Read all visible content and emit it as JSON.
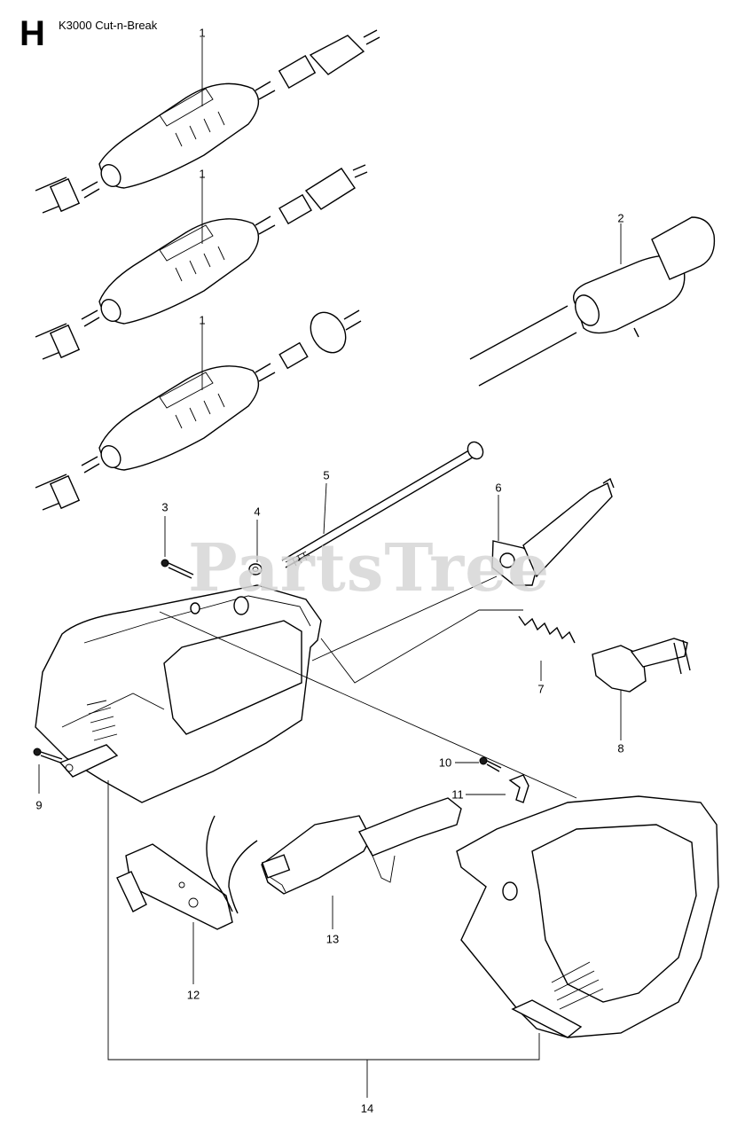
{
  "header": {
    "section_letter": "H",
    "title": "K3000 Cut-n-Break"
  },
  "watermark": "PartsTree",
  "callouts": [
    {
      "id": "1a",
      "label": "1"
    },
    {
      "id": "1b",
      "label": "1"
    },
    {
      "id": "1c",
      "label": "1"
    },
    {
      "id": "2",
      "label": "2"
    },
    {
      "id": "3",
      "label": "3"
    },
    {
      "id": "4",
      "label": "4"
    },
    {
      "id": "5",
      "label": "5"
    },
    {
      "id": "6",
      "label": "6"
    },
    {
      "id": "7",
      "label": "7"
    },
    {
      "id": "8",
      "label": "8"
    },
    {
      "id": "9",
      "label": "9"
    },
    {
      "id": "10",
      "label": "10"
    },
    {
      "id": "11",
      "label": "11"
    },
    {
      "id": "12",
      "label": "12"
    },
    {
      "id": "13",
      "label": "13"
    },
    {
      "id": "14",
      "label": "14"
    }
  ]
}
